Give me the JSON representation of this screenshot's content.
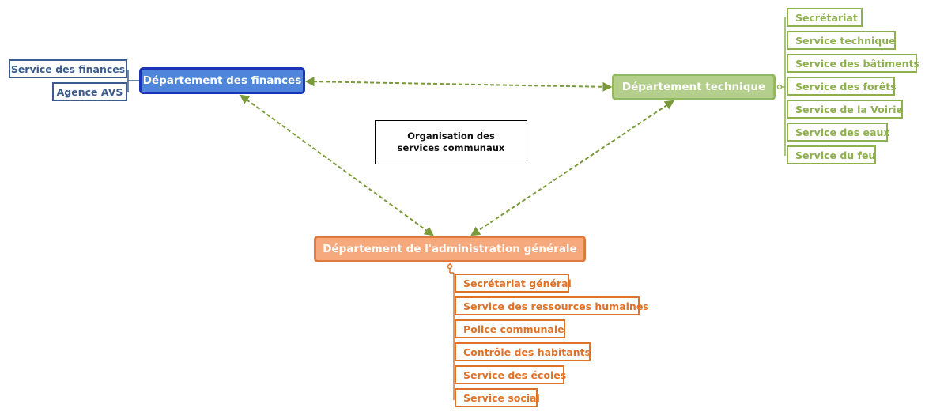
{
  "title": "Organisation des services communaux",
  "colors": {
    "finances_fill": "#4f86db",
    "finances_border": "#1d33b8",
    "finances_leaf": "#3b5c8c",
    "technique_fill": "#b4cf8c",
    "technique_leaf": "#8fb04f",
    "admin_fill": "#f5a97d",
    "admin_leaf": "#df7329",
    "link": "#7a9a3a"
  },
  "departments": {
    "finances": {
      "label": "Département des finances",
      "services": [
        "Service des finances",
        "Agence AVS"
      ]
    },
    "technique": {
      "label": "Département technique",
      "services": [
        "Secrétariat",
        "Service technique",
        "Service des bâtiments",
        "Service des forêts",
        "Service de la Voirie",
        "Service des eaux",
        "Service du feu"
      ]
    },
    "administration": {
      "label": "Département de l'administration générale",
      "services": [
        "Secrétariat général",
        "Service des ressources humaines",
        "Police communale",
        "Contrôle des habitants",
        "Service des écoles",
        "Service social"
      ]
    }
  },
  "relations": [
    {
      "from": "finances",
      "to": "technique",
      "style": "dashed-bidirectional"
    },
    {
      "from": "finances",
      "to": "administration",
      "style": "dashed-bidirectional"
    },
    {
      "from": "technique",
      "to": "administration",
      "style": "dashed-bidirectional"
    }
  ]
}
